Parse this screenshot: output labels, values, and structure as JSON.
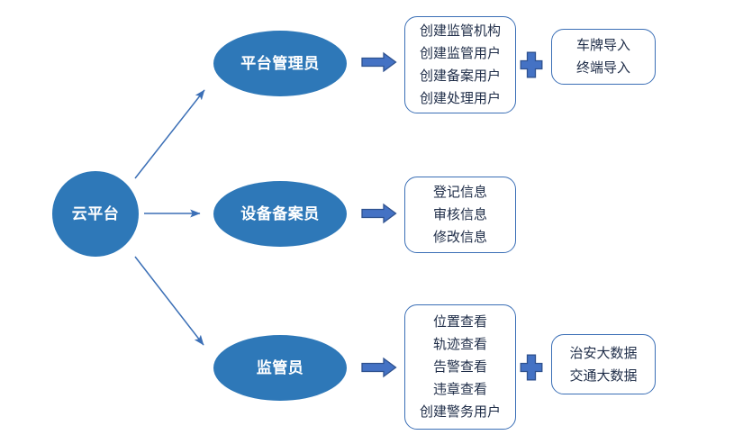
{
  "diagram": {
    "type": "flowchart",
    "title": "",
    "palette": {
      "node_fill": "#2E78B8",
      "node_text": "#FFFFFF",
      "box_border": "#3B6FB6",
      "box_fill": "#FFFFFF",
      "box_text": "#1F2D48",
      "thin_arrow": "#3B6FB6",
      "block_arrow_fill": "#4472C4",
      "block_arrow_stroke": "#2F528F",
      "plus_fill": "#4472C4",
      "plus_stroke": "#2F528F",
      "background": "#FFFFFF"
    },
    "root": {
      "label": "云平台",
      "shape": "ellipse"
    },
    "branches": [
      {
        "role": {
          "label": "平台管理员",
          "shape": "ellipse"
        },
        "actions": {
          "shape": "rounded-rect",
          "items": [
            "创建监管机构",
            "创建监管用户",
            "创建备案用户",
            "创建处理用户"
          ]
        },
        "connector": "plus",
        "extras": {
          "shape": "rounded-rect",
          "items": [
            "车牌导入",
            "终端导入"
          ]
        }
      },
      {
        "role": {
          "label": "设备备案员",
          "shape": "ellipse"
        },
        "actions": {
          "shape": "rounded-rect",
          "items": [
            "登记信息",
            "审核信息",
            "修改信息"
          ]
        },
        "connector": null,
        "extras": null
      },
      {
        "role": {
          "label": "监管员",
          "shape": "ellipse"
        },
        "actions": {
          "shape": "rounded-rect",
          "items": [
            "位置查看",
            "轨迹查看",
            "告警查看",
            "违章查看",
            "创建警务用户"
          ]
        },
        "connector": "plus",
        "extras": {
          "shape": "rounded-rect",
          "items": [
            "治安大数据",
            "交通大数据"
          ]
        }
      }
    ]
  }
}
